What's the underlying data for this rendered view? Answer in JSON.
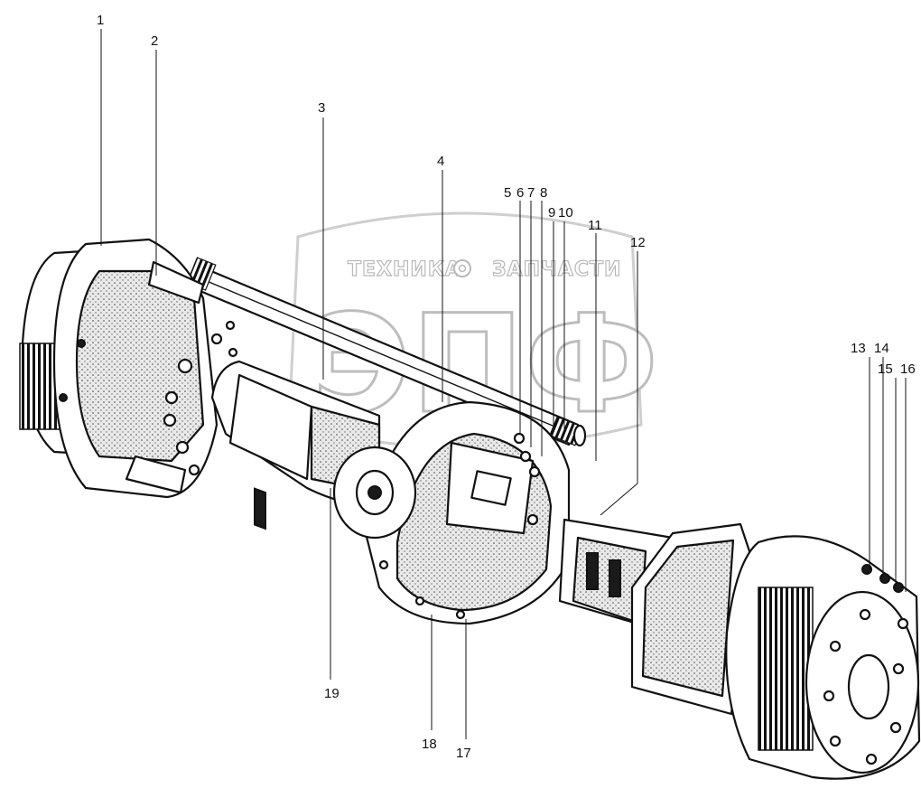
{
  "watermark": {
    "line1_left": "ТЕХНИКА",
    "line1_right": "ЗАПЧАСТИ",
    "big": "ЭПФ",
    "icon": "gear-icon"
  },
  "callouts": {
    "c1": "1",
    "c2": "2",
    "c3": "3",
    "c4": "4",
    "c5": "5",
    "c6": "6",
    "c7": "7",
    "c8": "8",
    "c9": "9",
    "c10": "10",
    "c11": "11",
    "c12": "12",
    "c13": "13",
    "c14": "14",
    "c15": "15",
    "c16": "16",
    "c17": "17",
    "c18": "18",
    "c19": "19"
  }
}
